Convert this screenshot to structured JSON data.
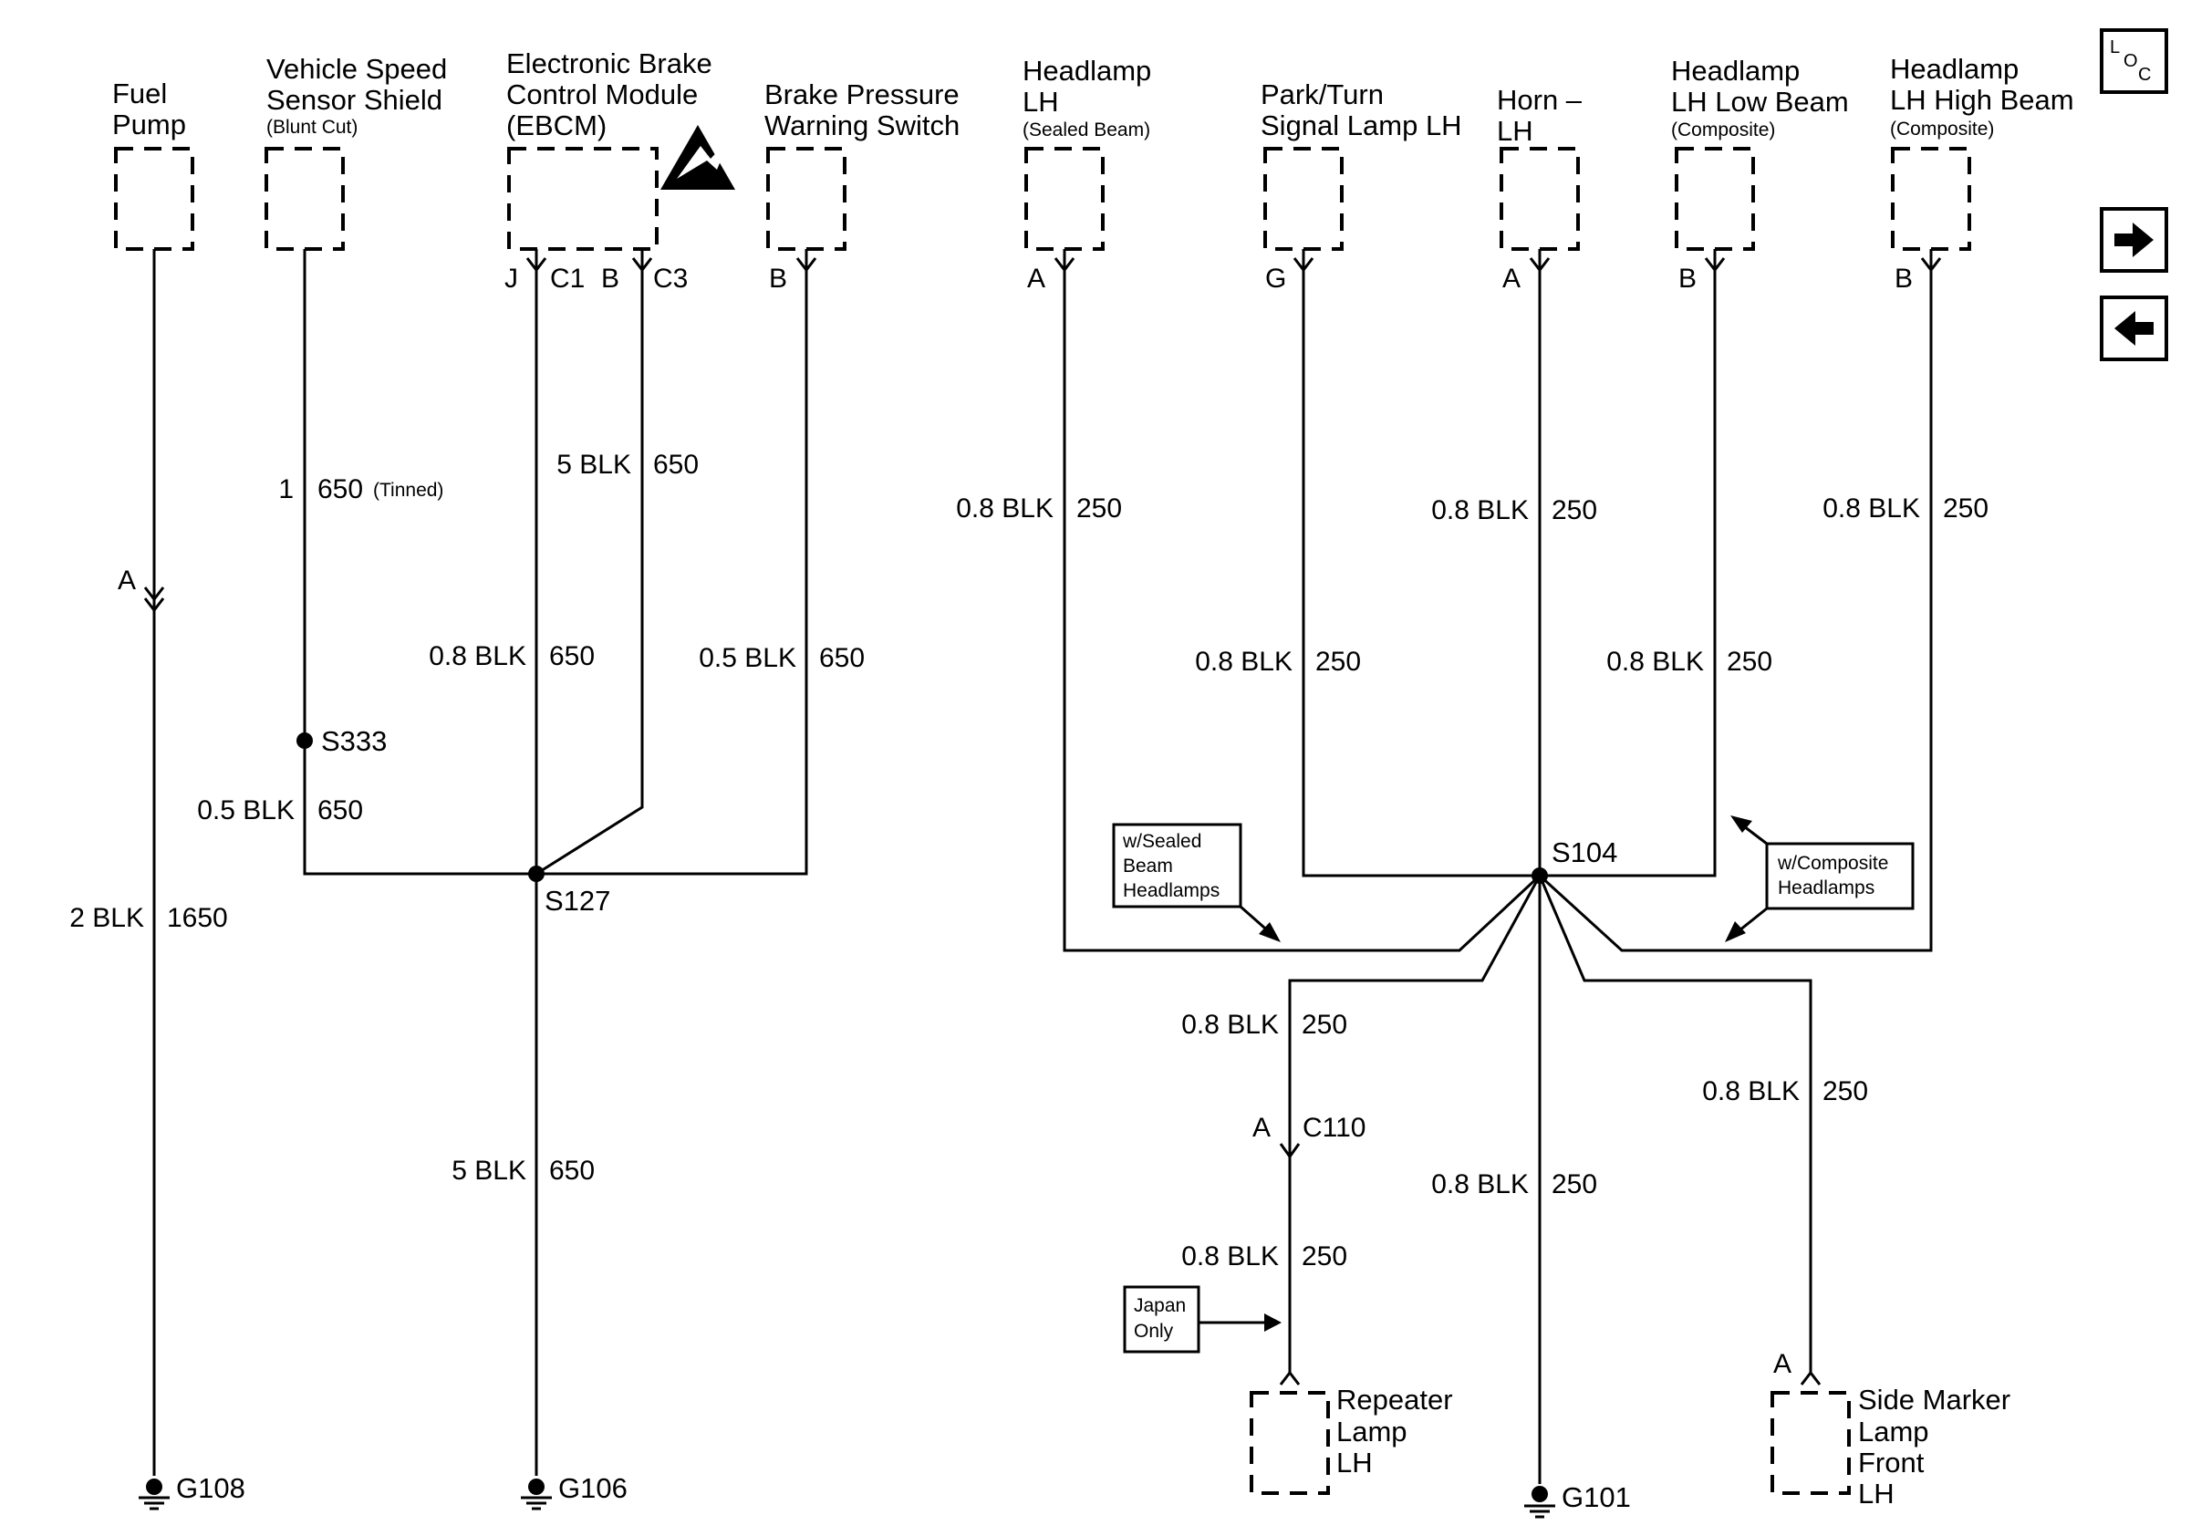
{
  "components": {
    "fuel_pump": [
      "Fuel",
      "Pump"
    ],
    "vss_shield": [
      "Vehicle Speed",
      "Sensor Shield"
    ],
    "vss_sub": "(Blunt Cut)",
    "ebcm": [
      "Electronic Brake",
      "Control Module",
      "(EBCM)"
    ],
    "brake_switch": [
      "Brake Pressure",
      "Warning Switch"
    ],
    "headlamp_lh": [
      "Headlamp",
      "LH"
    ],
    "headlamp_lh_sub": "(Sealed Beam)",
    "park_turn": [
      "Park/Turn",
      "Signal Lamp LH"
    ],
    "horn": [
      "Horn –",
      "LH"
    ],
    "hl_low": [
      "Headlamp",
      "LH Low Beam"
    ],
    "hl_low_sub": "(Composite)",
    "hl_high": [
      "Headlamp",
      "LH High Beam"
    ],
    "hl_high_sub": "(Composite)",
    "repeater": [
      "Repeater",
      "Lamp",
      "LH"
    ],
    "side_marker": [
      "Side Marker",
      "Lamp",
      "Front",
      "LH"
    ]
  },
  "pins": {
    "ebcm_j": "J",
    "ebcm_c1": "C1",
    "ebcm_b": "B",
    "ebcm_c3": "C3",
    "brake_b": "B",
    "hl_a": "A",
    "park_g": "G",
    "horn_a": "A",
    "low_b": "B",
    "high_b": "B",
    "fuel_a": "A",
    "c110_a": "A",
    "c110": "C110",
    "side_a": "A"
  },
  "wires": {
    "vss_size": "1",
    "vss_circuit": "650",
    "vss_tinned": "(Tinned)",
    "ebcm_c3_size": "5 BLK",
    "ebcm_c3_circuit": "650",
    "ebcm_j_size": "0.8 BLK",
    "ebcm_j_circuit": "650",
    "brake_size": "0.5 BLK",
    "brake_circuit": "650",
    "s333_size": "0.5 BLK",
    "s333_circuit": "650",
    "fuel_size": "2 BLK",
    "fuel_circuit": "1650",
    "g106_size": "5 BLK",
    "g106_circuit": "650",
    "hl_size": "0.8 BLK",
    "hl_circuit": "250",
    "horn_size": "0.8 BLK",
    "horn_circuit": "250",
    "high_size": "0.8 BLK",
    "high_circuit": "250",
    "park_size": "0.8 BLK",
    "park_circuit": "250",
    "low_size": "0.8 BLK",
    "low_circuit": "250",
    "rep_up_size": "0.8 BLK",
    "rep_up_circuit": "250",
    "rep_dn_size": "0.8 BLK",
    "rep_dn_circuit": "250",
    "g101_size": "0.8 BLK",
    "g101_circuit": "250",
    "side_size": "0.8 BLK",
    "side_circuit": "250"
  },
  "splices": {
    "s333": "S333",
    "s127": "S127",
    "s104": "S104"
  },
  "grounds": {
    "g108": "G108",
    "g106": "G106",
    "g101": "G101"
  },
  "notes": {
    "sealed": [
      "w/Sealed",
      "Beam",
      "Headlamps"
    ],
    "composite": [
      "w/Composite",
      "Headlamps"
    ],
    "japan": [
      "Japan",
      "Only"
    ]
  },
  "nav": {
    "loc_l": "L",
    "loc_o": "O",
    "loc_c": "C",
    "next_icon": "arrow-right-icon",
    "prev_icon": "arrow-left-icon"
  }
}
